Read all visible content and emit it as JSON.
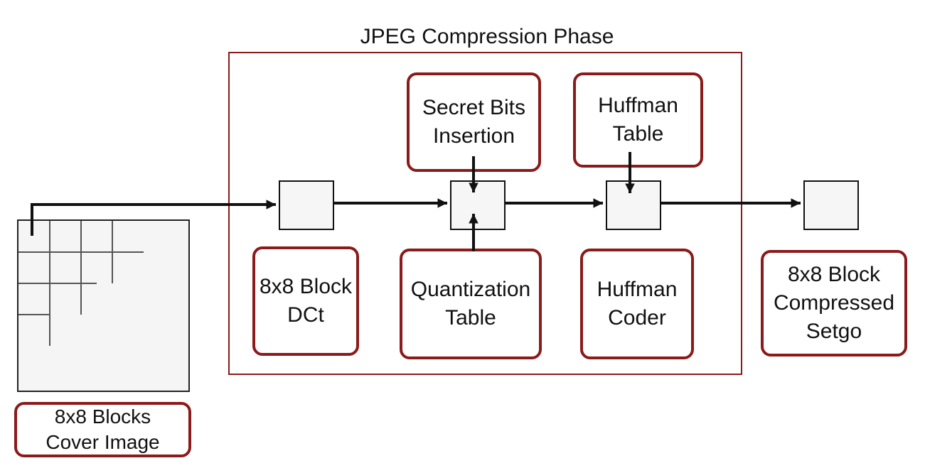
{
  "diagram": {
    "phase_title": "JPEG Compression Phase",
    "labels": {
      "cover_image": "8x8 Blocks\nCover Image",
      "dct": "8x8 Block\nDCt",
      "secret_bits": "Secret Bits\nInsertion",
      "quantization": "Quantization\nTable",
      "huffman_table": "Huffman\nTable",
      "huffman_coder": "Huffman\nCoder",
      "compressed": "8x8 Block\nCompressed\nSetgo"
    },
    "colors": {
      "label_border": "#8b1a1a",
      "arrow": "#111111"
    }
  }
}
